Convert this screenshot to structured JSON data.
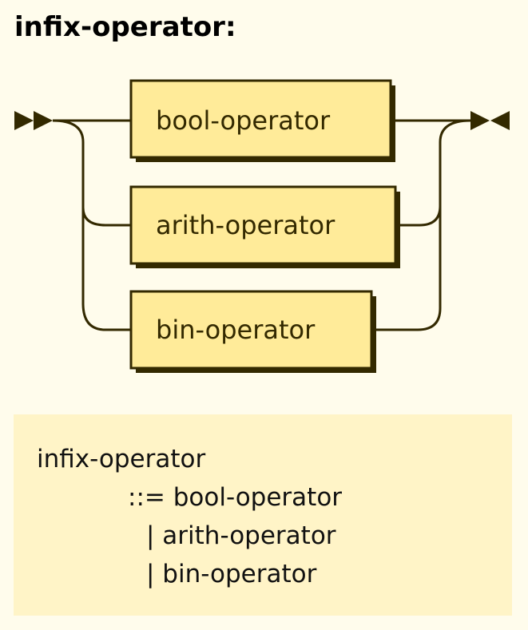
{
  "title": "infix-operator:",
  "diagram": {
    "rule_name": "infix-operator",
    "alternatives": [
      {
        "label": "bool-operator"
      },
      {
        "label": "arith-operator"
      },
      {
        "label": "bin-operator"
      }
    ]
  },
  "ebnf": {
    "line1": "infix-operator",
    "line2": "::= bool-operator",
    "line3": "| arith-operator",
    "line4": "| bin-operator"
  },
  "colors": {
    "background": "#FFFCEC",
    "box_fill": "#FFEB99",
    "box_border": "#332900",
    "shadow": "#332900",
    "ebnf_background": "#FFF4C7"
  }
}
